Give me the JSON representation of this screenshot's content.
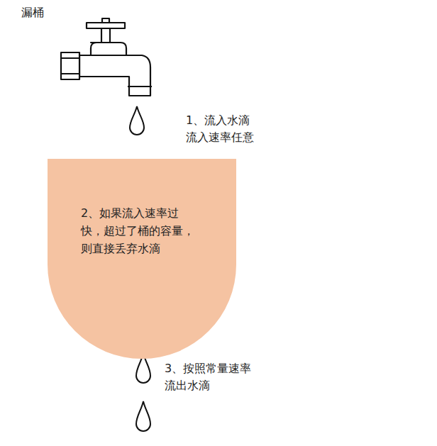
{
  "diagram": {
    "title": "漏桶",
    "nodes": [
      {
        "text": [
          "2、如果流入速率过 快，超过了桶的容量， 则直接丢弃水滴"
        ]
      }
    ],
    "labels": [
      "1、流入水滴 流入速率任意",
      "3、按照常量速率 流出水滴"
    ]
  }
}
